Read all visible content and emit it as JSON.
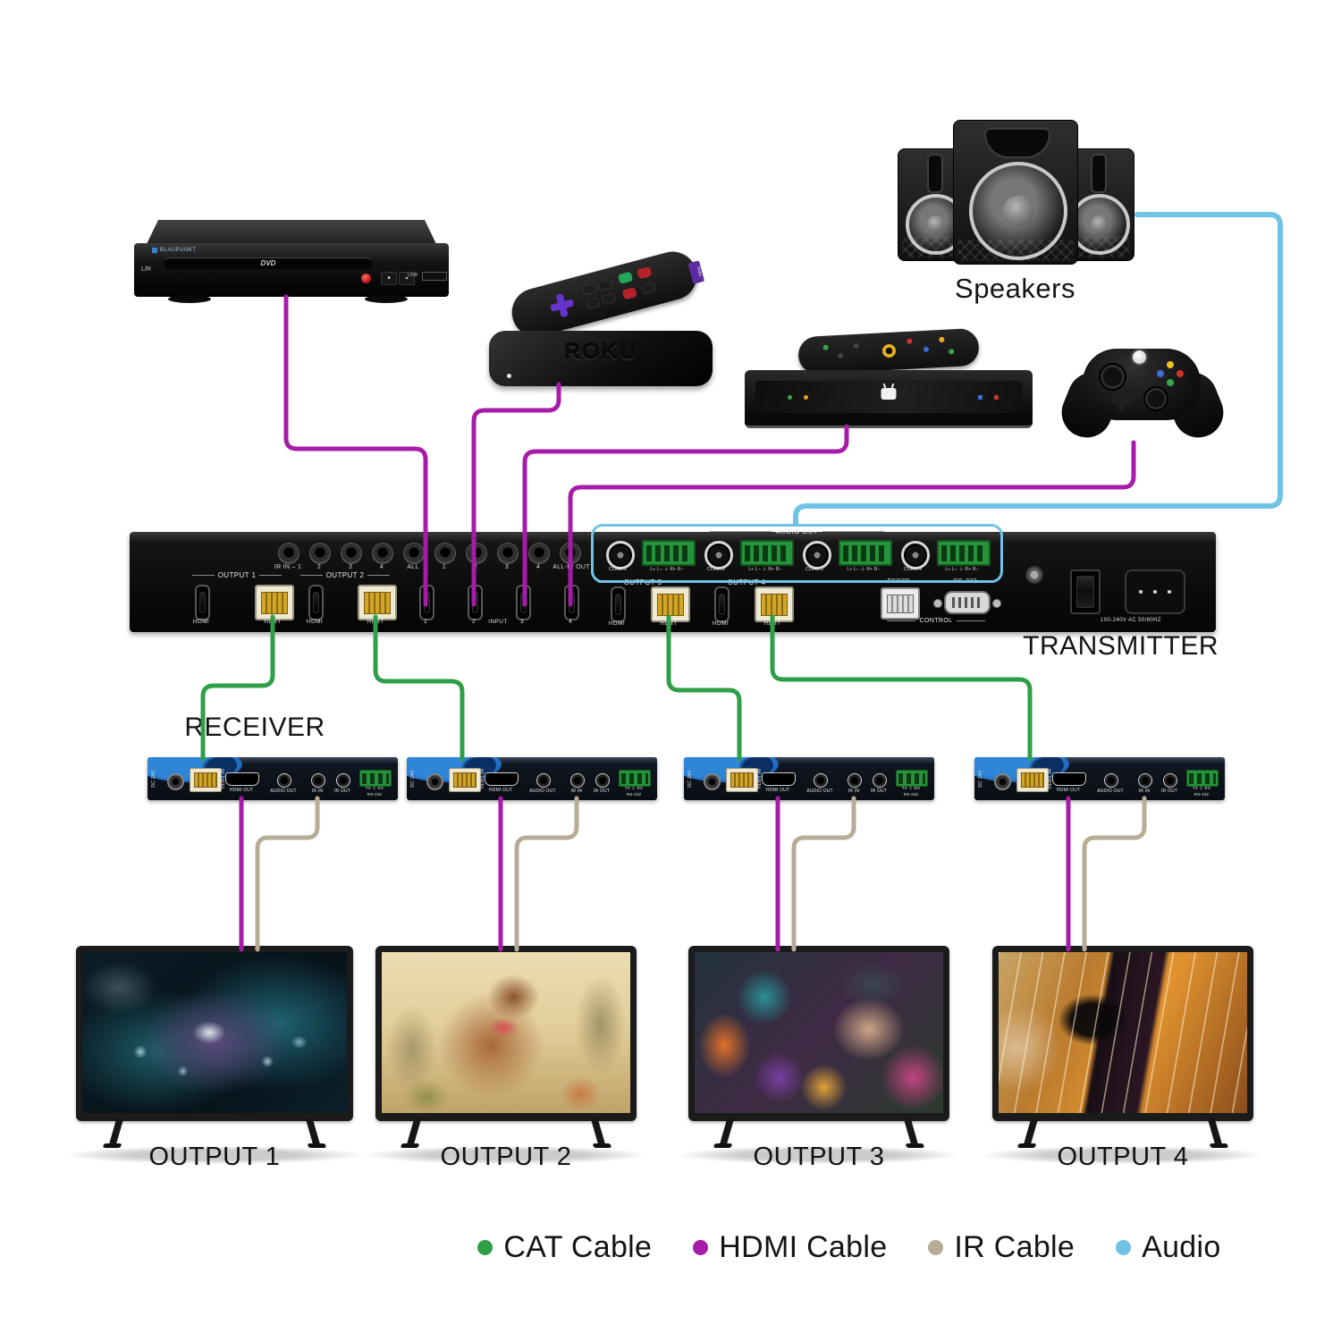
{
  "labels": {
    "speakers": "Speakers",
    "transmitter": "TRANSMITTER",
    "receiver": "RECEIVER"
  },
  "outputs": [
    "OUTPUT 1",
    "OUTPUT 2",
    "OUTPUT 3",
    "OUTPUT 4"
  ],
  "legend": {
    "items": [
      {
        "label": "CAT Cable",
        "color": "#2F9E48"
      },
      {
        "label": "HDMI Cable",
        "color": "#A61CA8"
      },
      {
        "label": "IR Cable",
        "color": "#B7AD96"
      },
      {
        "label": "Audio",
        "color": "#6FC3E6"
      }
    ]
  },
  "transmitter": {
    "ir_labels": [
      "IR IN – 1",
      "2",
      "3",
      "4",
      "ALL",
      "1",
      "2",
      "3",
      "4",
      "ALL-IR OUT"
    ],
    "groups": {
      "output1": "OUTPUT 1",
      "output2": "OUTPUT 2",
      "output3": "OUTPUT 3",
      "output4": "OUTPUT 4"
    },
    "port_labels": {
      "hdmi": "HDMI",
      "hdbt": "HDBT"
    },
    "inputs": {
      "title": "INPUT",
      "ports": [
        "1",
        "2",
        "3",
        "4"
      ]
    },
    "audio_out": {
      "title": "AUDIO OUT",
      "coax": [
        "COAX 1",
        "COAX 2",
        "COAX 3",
        "COAX 4"
      ],
      "phoenix_pins": "L+ L– ⏚ R+ R–"
    },
    "control": {
      "tcpip": "TCP/IP",
      "rs232": "RS-232",
      "label": "CONTROL"
    },
    "power_rating": "100-240V AC 50/60HZ"
  },
  "receiver_ports": {
    "dc": "DC 24V",
    "hdbt_in": "HDBT IN",
    "hdmi_out": "HDMI OUT",
    "audio_out": "AUDIO OUT",
    "ir_in": "IR IN",
    "ir_out": "IR OUT",
    "rs232_pins": "TX ⏚ RX",
    "rs232": "RS-232"
  },
  "devices": {
    "dvd": {
      "brand": "BLAUPUNKT",
      "tray_logo": "DVD",
      "lr": "L/R",
      "usb": "USB",
      "stop_icon": "■",
      "eject_icon": "▲"
    },
    "roku": {
      "logo": "ROKU",
      "tag": "Roku"
    }
  }
}
